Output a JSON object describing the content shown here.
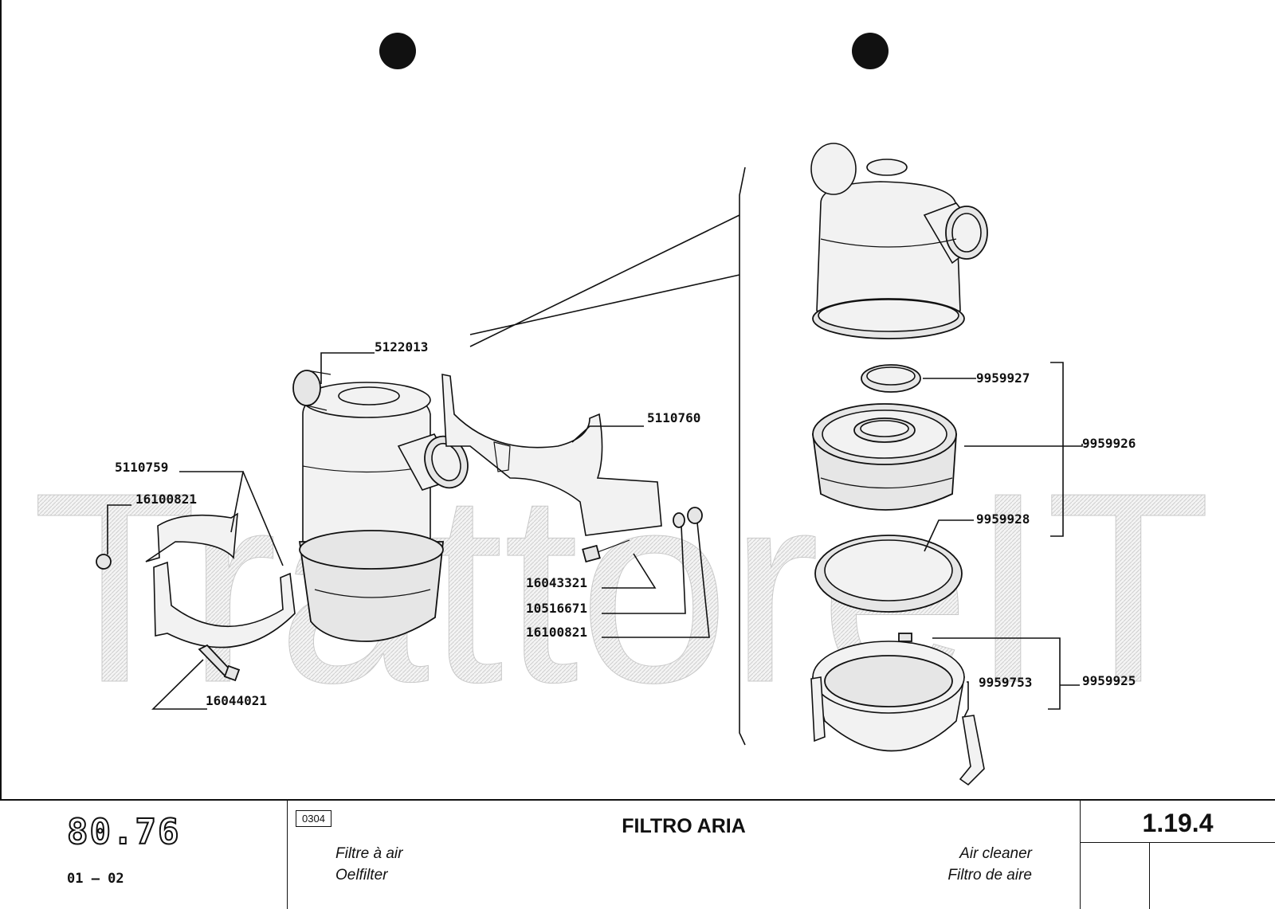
{
  "watermark": "TrattoreIT",
  "parts": {
    "p5122013": "5122013",
    "p5110760": "5110760",
    "p5110759": "5110759",
    "p16100821a": "16100821",
    "p16043321": "16043321",
    "p10516671": "10516671",
    "p16100821b": "16100821",
    "p16044021": "16044021",
    "p9959927": "9959927",
    "p9959926": "9959926",
    "p9959928": "9959928",
    "p9959753": "9959753",
    "p9959925": "9959925"
  },
  "title_block": {
    "logo": "80.76",
    "date": "01 – 02",
    "code": "0304",
    "title_it": "FILTRO ARIA",
    "title_fr": "Filtre à air",
    "title_de": "Oelfilter",
    "title_en": "Air cleaner",
    "title_es": "Filtro de aire",
    "ref": "1.19.4"
  }
}
